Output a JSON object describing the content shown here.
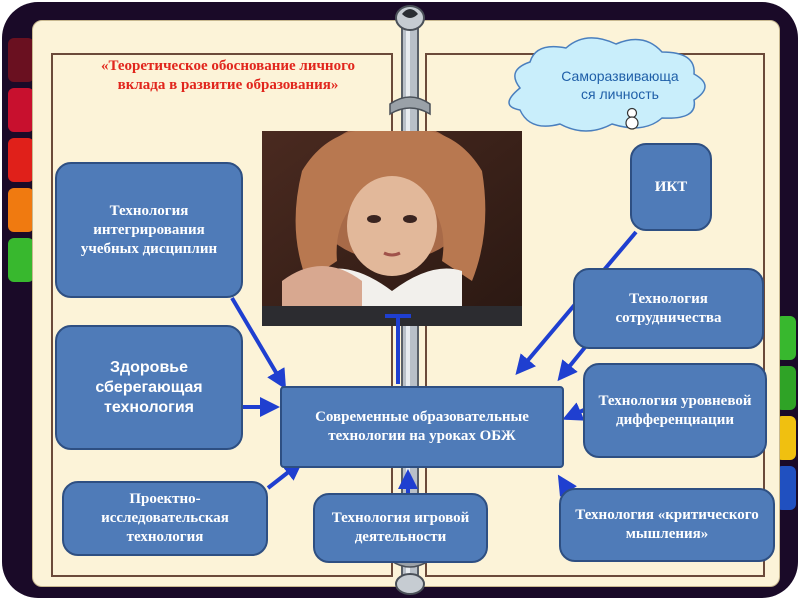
{
  "title": "«Теоретическое обоснование личного вклада в развитие образования»",
  "cloud": {
    "text": "Саморазвивающа\nся личность"
  },
  "center": {
    "label": "Современные образовательные технологии на уроках ОБЖ"
  },
  "boxes": {
    "integration": "Технология интегрирования учебных дисциплин",
    "health": "Здоровье сберегающая технология",
    "project": "Проектно-исследовательская технология",
    "game": "Технология игровой деятельности",
    "ikt": "ИКТ",
    "cooperation": "Технология сотрудничества",
    "differentiation": "Технология уровневой дифференциации",
    "critical": "Технология «критического мышления»"
  },
  "colors": {
    "box_fill": "#4f7bb8",
    "box_border": "#2e4f82",
    "arrow": "#1f3fd0",
    "title": "#e1261d",
    "page": "#fcf3d8",
    "cloud_fill": "#c9eefb",
    "cloud_text": "#1f5fa8",
    "binder": "#1a0a28"
  },
  "icons": {
    "spine": "metal-binder-ring",
    "photo": "photo-of-thoughtful-girl",
    "cloud_figure": "snowman-icon"
  }
}
